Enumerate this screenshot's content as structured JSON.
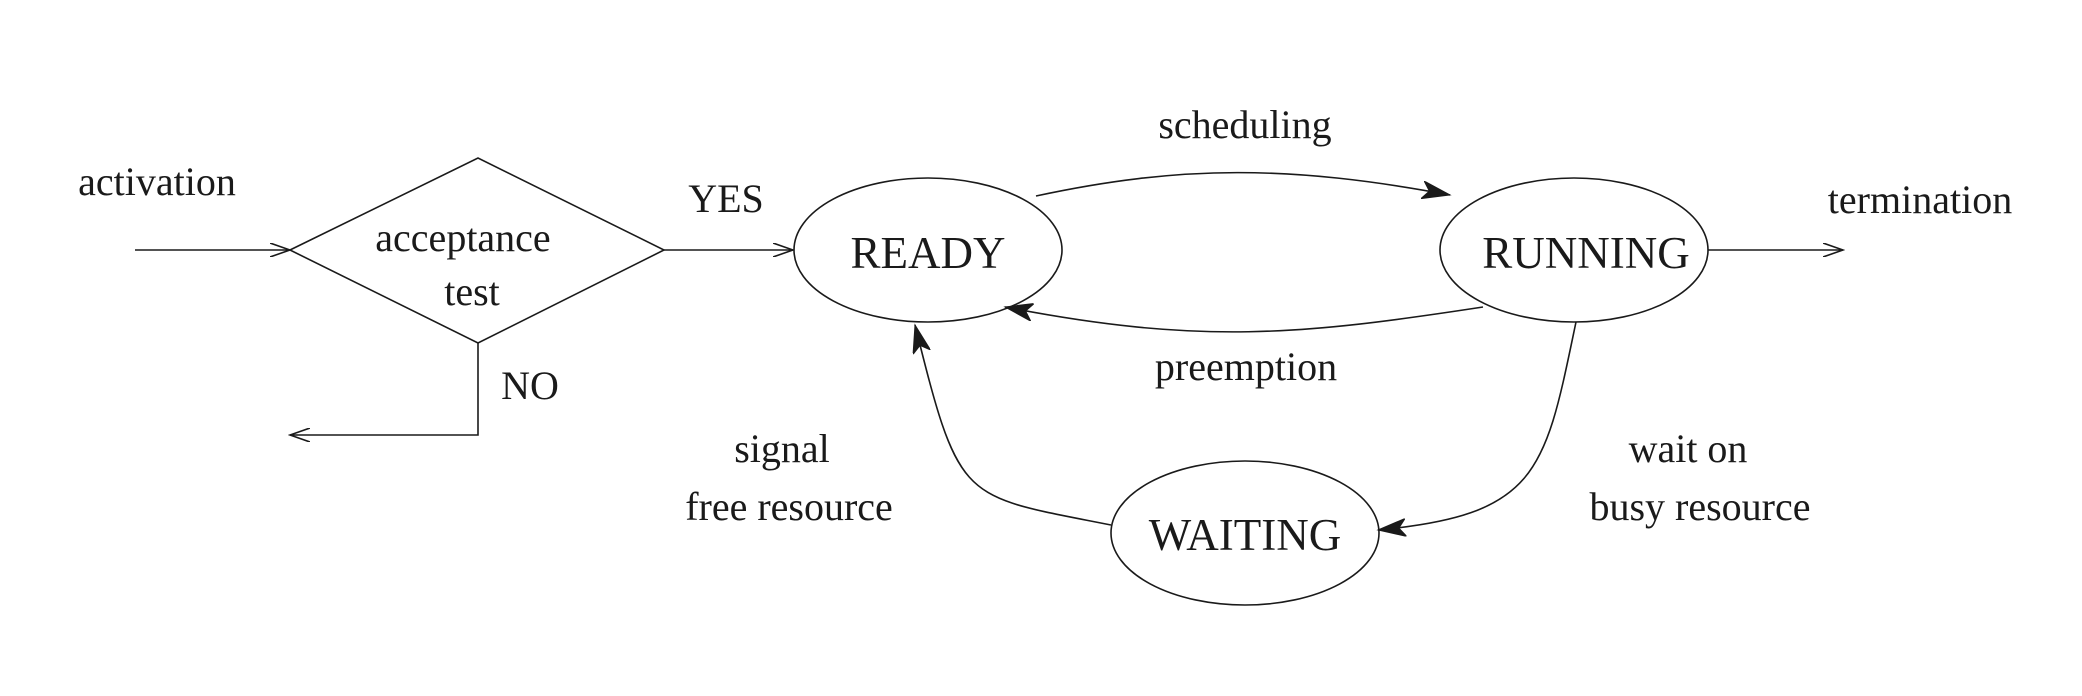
{
  "diagram": {
    "states": {
      "ready": "READY",
      "running": "RUNNING",
      "waiting": "WAITING"
    },
    "decision": {
      "line1": "acceptance",
      "line2": "test"
    },
    "labels": {
      "activation": "activation",
      "yes": "YES",
      "no": "NO",
      "scheduling": "scheduling",
      "preemption": "preemption",
      "termination": "termination",
      "signal_line1": "signal",
      "signal_line2": "free resource",
      "wait_line1": "wait on",
      "wait_line2": "busy resource"
    }
  }
}
